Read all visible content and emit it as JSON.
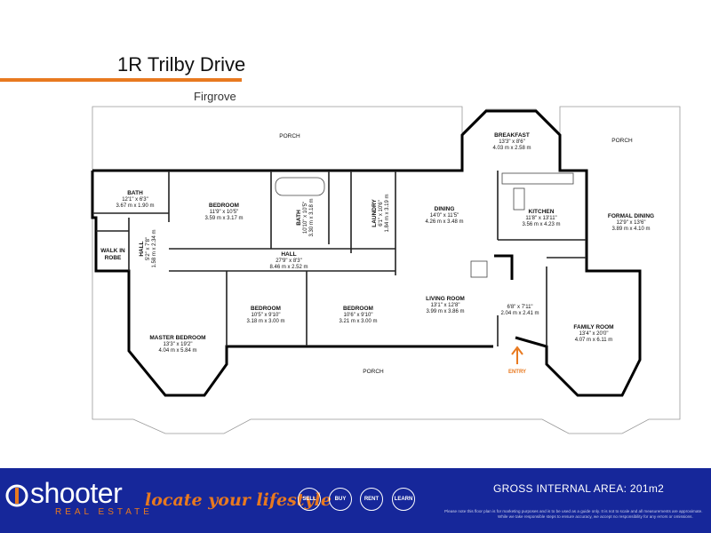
{
  "header": {
    "title": "1R Trilby Drive",
    "suburb": "Firgrove"
  },
  "plan": {
    "porches": [
      "PORCH",
      "PORCH",
      "PORCH"
    ],
    "rooms": [
      {
        "name": "BREAKFAST",
        "imperial": "13'3\" x 8'6\"",
        "metric": "4.03 m x 2.58 m"
      },
      {
        "name": "BATH",
        "imperial": "12'1\" x 6'3\"",
        "metric": "3.67 m x 1.90 m"
      },
      {
        "name": "BEDROOM",
        "imperial": "11'9\" x 10'5\"",
        "metric": "3.59 m x 3.17 m"
      },
      {
        "name": "BATH",
        "imperial": "10'10\" x 10'5\"",
        "metric": "3.30 m x 3.18 m"
      },
      {
        "name": "LAUNDRY",
        "imperial": "6'1\" x 10'6\"",
        "metric": "1.84 m x 3.19 m"
      },
      {
        "name": "DINING",
        "imperial": "14'0\" x 11'5\"",
        "metric": "4.26 m x 3.48 m"
      },
      {
        "name": "KITCHEN",
        "imperial": "11'8\" x 13'11\"",
        "metric": "3.56 m x 4.23 m"
      },
      {
        "name": "FORMAL DINING",
        "imperial": "12'9\" x 13'6\"",
        "metric": "3.89 m x 4.10 m"
      },
      {
        "name": "WALK IN",
        "name2": "ROBE"
      },
      {
        "name": "HALL",
        "imperial": "5'2\" x 7'8\"",
        "metric": "1.58 m x 2.34 m"
      },
      {
        "name": "HALL",
        "imperial": "27'9\" x 8'3\"",
        "metric": "8.46 m x 2.52 m"
      },
      {
        "name": "BEDROOM",
        "imperial": "10'5\" x 9'10\"",
        "metric": "3.18 m x 3.00 m"
      },
      {
        "name": "BEDROOM",
        "imperial": "10'6\" x 9'10\"",
        "metric": "3.21 m x 3.00 m"
      },
      {
        "name": "LIVING ROOM",
        "imperial": "13'1\" x 12'8\"",
        "metric": "3.99 m x 3.86 m"
      },
      {
        "name": "",
        "imperial": "6'8\" x 7'11\"",
        "metric": "2.04 m x 2.41 m"
      },
      {
        "name": "MASTER BEDROOM",
        "imperial": "13'3\" x 19'2\"",
        "metric": "4.04 m x 5.84 m"
      },
      {
        "name": "FAMILY ROOM",
        "imperial": "13'4\" x 20'0\"",
        "metric": "4.07 m x 6.11 m"
      }
    ],
    "entry_label": "ENTRY",
    "entry_color": "#e8791f"
  },
  "footer": {
    "brand": "shooter",
    "brand_sub": "REAL ESTATE",
    "tagline": "locate your lifestyle",
    "buttons": [
      "SELL",
      "BUY",
      "RENT",
      "LEARN"
    ],
    "gross_area": "GROSS INTERNAL AREA: 201m2",
    "disclaimer_1": "Please note this floor plan is for marketing purposes and is to be used as a guide only. It is not to scale and all measurements are approximate.",
    "disclaimer_2": "While we take responsible steps to ensure accuracy, we accept no responsibility for any errors or omissions.",
    "bg_color": "#16279a",
    "accent_color": "#e8791f"
  }
}
